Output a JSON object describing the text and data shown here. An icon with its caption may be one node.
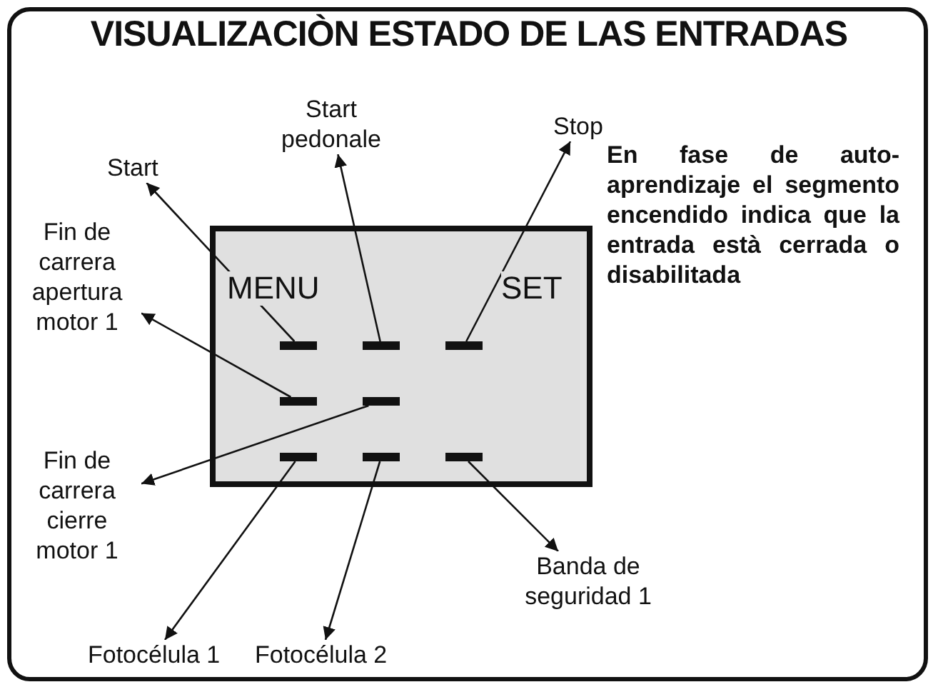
{
  "diagram": {
    "title": "VISUALIZACIÒN ESTADO DE LAS ENTRADAS",
    "nodes": [
      {
        "text": [
          "MENU",
          "SET"
        ]
      },
      {
        "text": [],
        "shape": "bar",
        "in": 0
      },
      {
        "text": [],
        "shape": "bar",
        "in": 0
      },
      {
        "text": [],
        "shape": "bar",
        "in": 0
      },
      {
        "text": [],
        "shape": "bar",
        "in": 0
      },
      {
        "text": [],
        "shape": "bar",
        "in": 0
      },
      {
        "text": [],
        "shape": "bar",
        "in": 0
      },
      {
        "text": [],
        "shape": "bar",
        "in": 0
      },
      {
        "text": [],
        "shape": "bar",
        "in": 0
      },
      {
        "text": [
          "Start"
        ]
      },
      {
        "text": [
          "Start pedonale"
        ]
      },
      {
        "text": [
          "Stop"
        ]
      },
      {
        "text": [
          "Fin de carrera apertura motor 1"
        ]
      },
      {
        "text": [
          "Fin de carrera cierre motor 1"
        ]
      },
      {
        "text": [
          "Fotocélula 1"
        ]
      },
      {
        "text": [
          "Fotocélula 2"
        ]
      },
      {
        "text": [
          "Banda de seguridad 1"
        ]
      }
    ],
    "edges": [
      {
        "from": 1,
        "to": 9,
        "arrow": "to"
      },
      {
        "from": 2,
        "to": 10,
        "arrow": "to"
      },
      {
        "from": 3,
        "to": 11,
        "arrow": "to"
      },
      {
        "from": 4,
        "to": 12,
        "arrow": "to"
      },
      {
        "from": 5,
        "to": 13,
        "arrow": "to"
      },
      {
        "from": 6,
        "to": 14,
        "arrow": "to"
      },
      {
        "from": 7,
        "to": 15,
        "arrow": "to"
      },
      {
        "from": 8,
        "to": 16,
        "arrow": "to"
      }
    ],
    "labels": [
      "En fase de auto-aprendizaje el segmento encendido indica que la entrada està cerrada o disabilitada"
    ]
  }
}
